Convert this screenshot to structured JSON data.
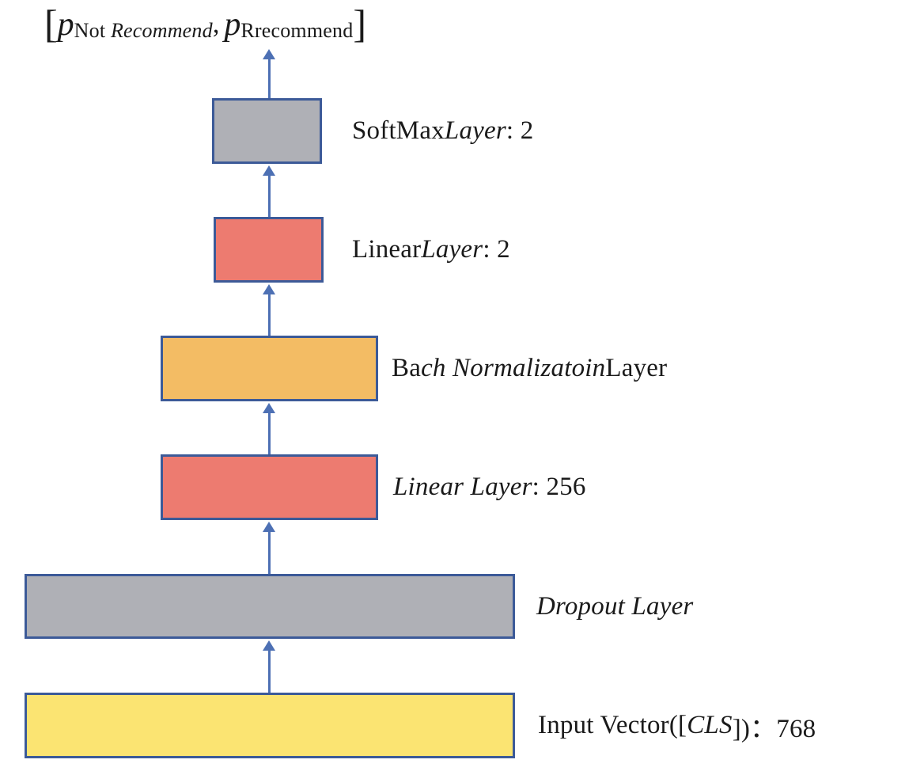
{
  "output_label": {
    "bracket_left": "[",
    "p1": "p",
    "sub1_regular": "Not ",
    "sub1_italic": "Recommend",
    "comma": ",",
    "p2": "p",
    "sub2": "Rrecommend",
    "bracket_right": "]"
  },
  "colors": {
    "gray": "#AFB0B6",
    "red": "#ED7B70",
    "orange": "#F3BC64",
    "yellow": "#FBE472",
    "border": "#3C5A98",
    "arrow": "#4D70B4"
  },
  "layers": [
    {
      "id": "softmax",
      "label": {
        "pre": "SoftMax ",
        "italic": "Layer",
        "post": ": 2"
      }
    },
    {
      "id": "linear-2",
      "label": {
        "pre": "Linear ",
        "italic": "Layer",
        "post": ": 2"
      }
    },
    {
      "id": "batch-norm",
      "label": {
        "pre": "Ba",
        "italic": "ch Normalizatoin",
        "post": " Layer"
      }
    },
    {
      "id": "linear-256",
      "label": {
        "pre": "",
        "italic": "Linear Layer",
        "post": ": 256"
      }
    },
    {
      "id": "dropout",
      "label": {
        "pre": "",
        "italic": "Dropout Layer",
        "post": ""
      }
    },
    {
      "id": "input",
      "label": {
        "pre": "Input Vector([",
        "italic": "CLS",
        "post": "])：768"
      }
    }
  ]
}
